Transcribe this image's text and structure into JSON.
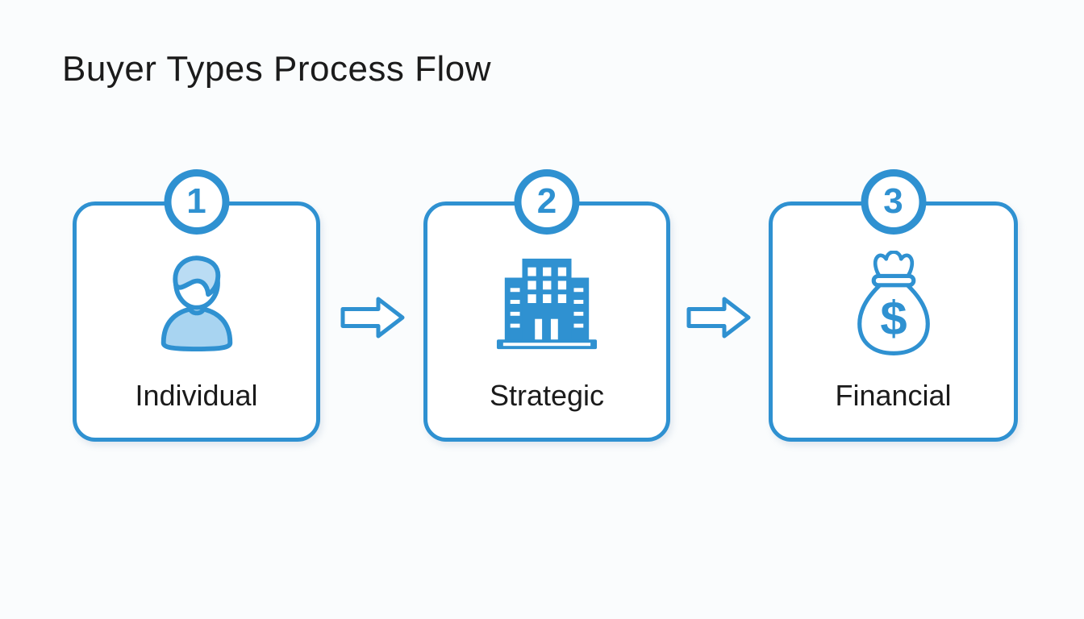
{
  "title": "Buyer Types Process Flow",
  "colors": {
    "accent": "#2f91d1",
    "icon_light_fill": "#a8d4f1",
    "hair_fill": "#badcf4",
    "text": "#1b1b1b",
    "card_background": "#ffffff",
    "page_background": "#fafcfd"
  },
  "steps": [
    {
      "number": "1",
      "label": "Individual",
      "icon": "person-icon"
    },
    {
      "number": "2",
      "label": "Strategic",
      "icon": "building-icon"
    },
    {
      "number": "3",
      "label": "Financial",
      "icon": "money-bag-icon"
    }
  ],
  "connectors": [
    {
      "icon": "arrow-right-icon"
    },
    {
      "icon": "arrow-right-icon"
    }
  ]
}
